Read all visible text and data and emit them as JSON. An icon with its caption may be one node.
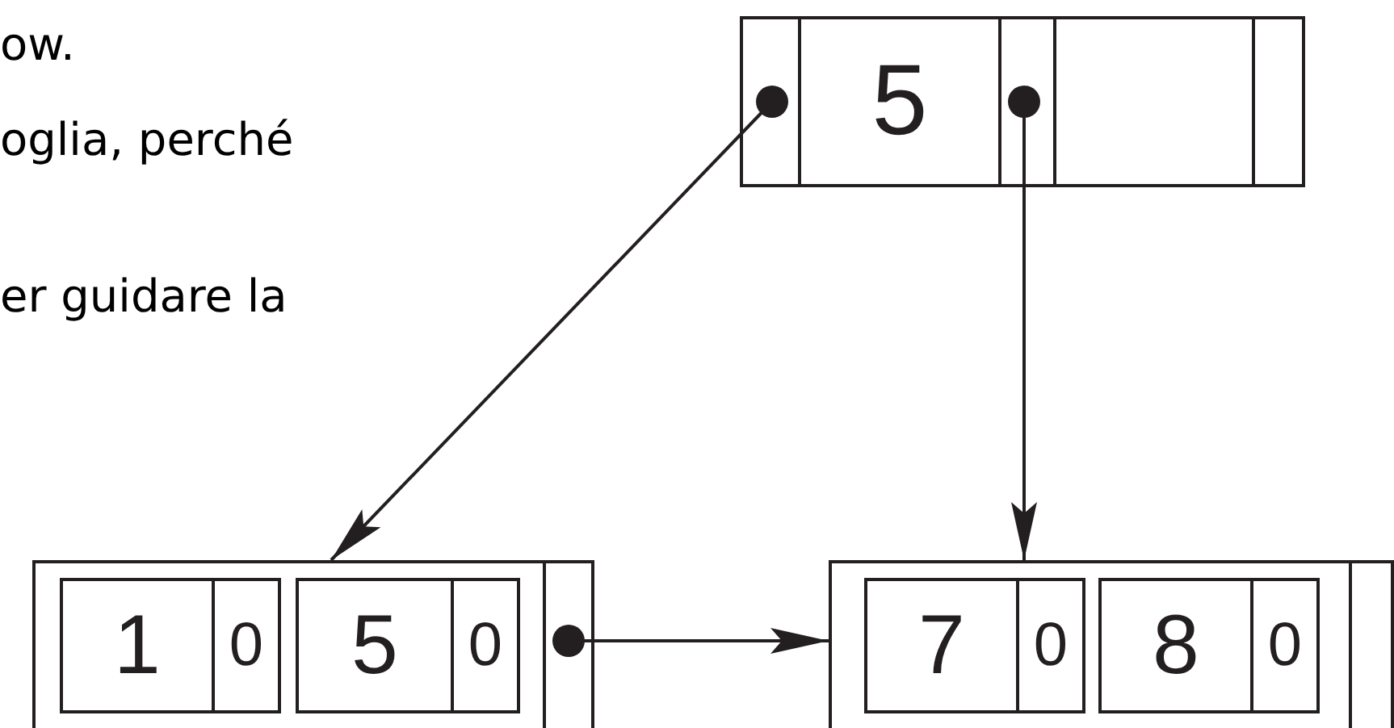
{
  "diagram": {
    "nodes": [
      {
        "text": [],
        "shape": "box"
      },
      {
        "text": [],
        "shape": "box",
        "in": 0
      },
      {
        "text": [
          "5"
        ],
        "in": 0
      },
      {
        "text": [],
        "shape": "box",
        "in": 0
      },
      {
        "text": [],
        "shape": "box",
        "in": 0
      },
      {
        "text": [],
        "shape": "box",
        "in": 0
      },
      {
        "text": [],
        "shape": "box"
      },
      {
        "text": [],
        "shape": "box",
        "in": 6
      },
      {
        "text": [
          "1"
        ],
        "in": 7
      },
      {
        "text": [
          "0"
        ],
        "in": 7
      },
      {
        "text": [],
        "shape": "box",
        "in": 6
      },
      {
        "text": [
          "5"
        ],
        "in": 10
      },
      {
        "text": [
          "0"
        ],
        "in": 10
      },
      {
        "text": [],
        "shape": "box",
        "in": 6
      },
      {
        "text": [],
        "shape": "box"
      },
      {
        "text": [],
        "shape": "box",
        "in": 14
      },
      {
        "text": [
          "7"
        ],
        "in": 15
      },
      {
        "text": [
          "0"
        ],
        "in": 15
      },
      {
        "text": [],
        "shape": "box",
        "in": 14
      },
      {
        "text": [
          "8"
        ],
        "in": 18
      },
      {
        "text": [
          "0"
        ],
        "in": 18
      },
      {
        "text": [],
        "shape": "box",
        "in": 14
      }
    ],
    "edges": [
      {
        "from": 1,
        "to": 6,
        "arrow": "to"
      },
      {
        "from": 3,
        "to": 14,
        "arrow": "to"
      },
      {
        "from": 13,
        "to": 14,
        "arrow": "to"
      }
    ],
    "labels": [
      "ow.",
      "oglia, perché",
      "er guidare la"
    ]
  }
}
